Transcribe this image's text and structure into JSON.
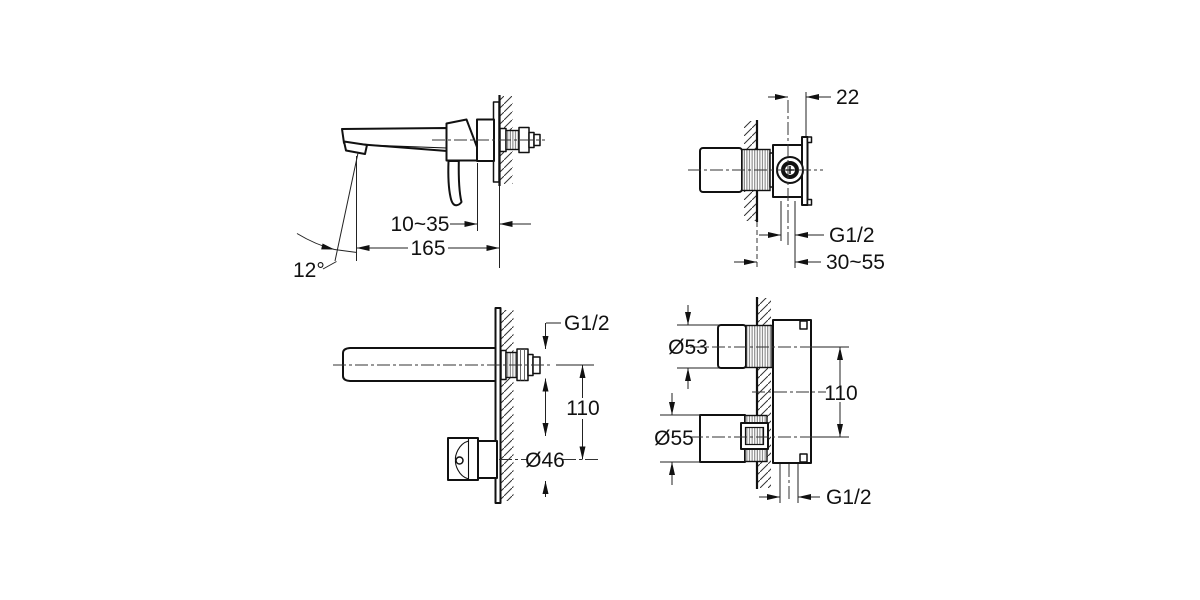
{
  "page": {
    "background": "#ffffff",
    "line_color": "#111111"
  },
  "views": {
    "top_left_spout_side": {
      "dim_plate_to_wall_range": "10~35",
      "dim_spout_length": "165",
      "dim_spout_angle": "12°"
    },
    "top_right_valve_top": {
      "dim_port_offset": "22",
      "dim_thread": "G1/2",
      "dim_wall_depth_range": "30~55"
    },
    "bottom_left_front": {
      "dim_thread": "G1/2",
      "dim_center_distance": "110",
      "dim_handle_diameter": "Ø46"
    },
    "bottom_right_bodies": {
      "dim_spout_body_diameter": "Ø53",
      "dim_valve_body_diameter": "Ø55",
      "dim_center_distance": "110",
      "dim_thread": "G1/2"
    }
  }
}
